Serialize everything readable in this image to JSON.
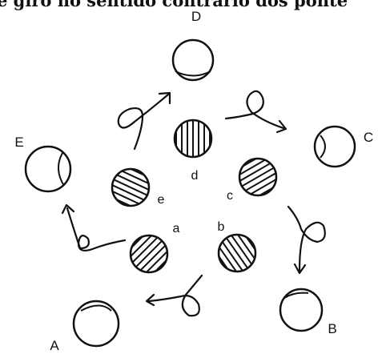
{
  "caption": "e giro no sentido contrário dos ponte",
  "outer_circles": [
    {
      "id": "D",
      "label": "D"
    },
    {
      "id": "C",
      "label": "C"
    },
    {
      "id": "B",
      "label": "B"
    },
    {
      "id": "A",
      "label": "A"
    },
    {
      "id": "E",
      "label": "E"
    }
  ],
  "inner_circles": [
    {
      "id": "d",
      "label": "d",
      "stripe_angle": 90
    },
    {
      "id": "c",
      "label": "c",
      "stripe_angle": -30
    },
    {
      "id": "b",
      "label": "b",
      "stripe_angle": 55
    },
    {
      "id": "a",
      "label": "a",
      "stripe_angle": -45
    },
    {
      "id": "e",
      "label": "e",
      "stripe_angle": 25
    }
  ],
  "colors": {
    "ink": "#111111",
    "background": "#ffffff"
  }
}
